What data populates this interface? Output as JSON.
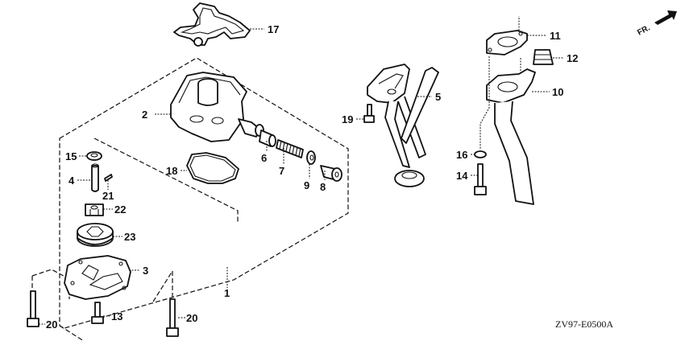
{
  "diagram": {
    "code": "ZV97-E0500A",
    "direction_label": "FR.",
    "callouts": [
      {
        "id": "17",
        "part": "gasket-top"
      },
      {
        "id": "2",
        "part": "pump-body"
      },
      {
        "id": "6",
        "part": "relief-valve"
      },
      {
        "id": "7",
        "part": "spring"
      },
      {
        "id": "9",
        "part": "washer"
      },
      {
        "id": "8",
        "part": "plug-bolt"
      },
      {
        "id": "18",
        "part": "gasket-cover"
      },
      {
        "id": "15",
        "part": "seal"
      },
      {
        "id": "4",
        "part": "shaft"
      },
      {
        "id": "21",
        "part": "pin"
      },
      {
        "id": "22",
        "part": "inner-rotor-drive"
      },
      {
        "id": "23",
        "part": "rotor"
      },
      {
        "id": "3",
        "part": "pump-cover"
      },
      {
        "id": "13",
        "part": "bolt"
      },
      {
        "id": "20",
        "part": "flange-bolt-left"
      },
      {
        "id": "20",
        "part": "flange-bolt-right"
      },
      {
        "id": "1",
        "part": "oil-pump-assembly"
      },
      {
        "id": "19",
        "part": "flange-bolt-strainer"
      },
      {
        "id": "5",
        "part": "oil-strainer"
      },
      {
        "id": "11",
        "part": "gasket-pipe"
      },
      {
        "id": "12",
        "part": "grommet"
      },
      {
        "id": "10",
        "part": "oil-pipe"
      },
      {
        "id": "16",
        "part": "washer-pipe"
      },
      {
        "id": "14",
        "part": "bolt-pipe"
      }
    ]
  }
}
